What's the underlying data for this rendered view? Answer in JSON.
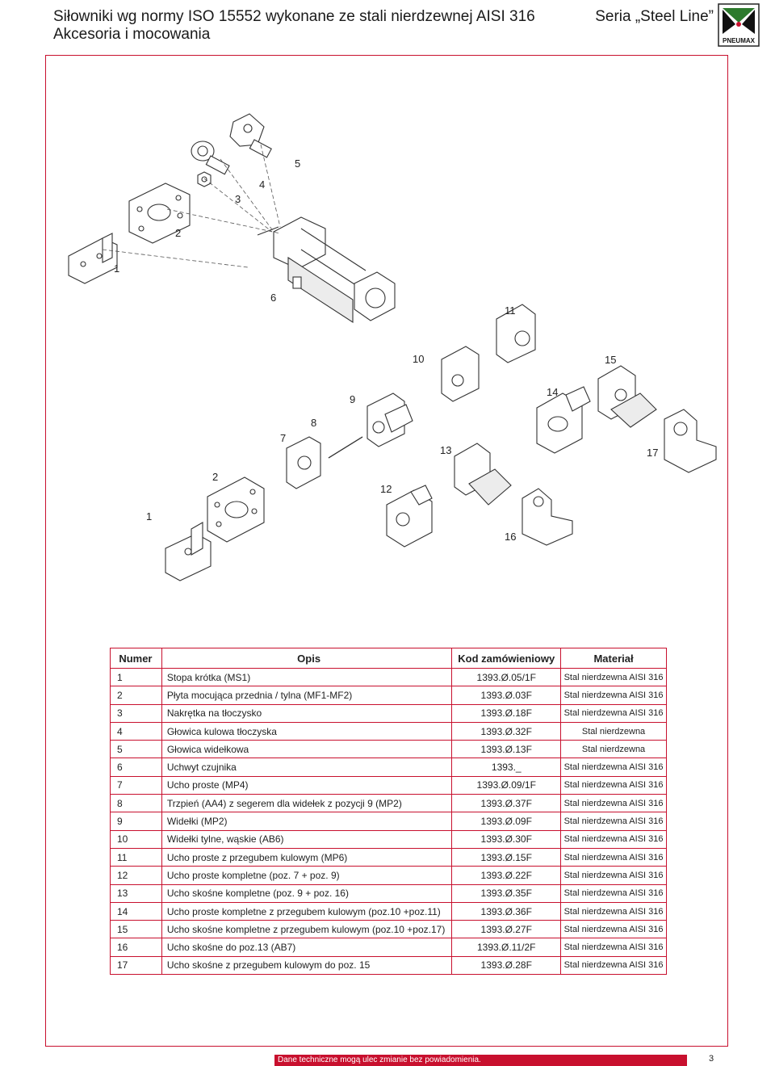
{
  "header": {
    "title_line1": "Siłowniki wg normy ISO 15552 wykonane ze stali nierdzewnej AISI 316",
    "title_line2": "Akcesoria i mocowania",
    "series": "Seria „Steel Line”",
    "logo_text": "PNEUMAX"
  },
  "drawing_labels": [
    "1",
    "2",
    "3",
    "4",
    "5",
    "6",
    "7",
    "8",
    "9",
    "10",
    "11",
    "12",
    "13",
    "14",
    "15",
    "16",
    "17",
    "1",
    "2"
  ],
  "table": {
    "headers": [
      "Numer",
      "Opis",
      "Kod zamówieniowy",
      "Materiał"
    ],
    "rows": [
      {
        "num": "1",
        "desc": "Stopa krótka (MS1)",
        "code": "1393.Ø.05/1F",
        "mat": "Stal nierdzewna AISI 316"
      },
      {
        "num": "2",
        "desc": "Płyta mocująca przednia / tylna (MF1-MF2)",
        "code": "1393.Ø.03F",
        "mat": "Stal nierdzewna AISI 316"
      },
      {
        "num": "3",
        "desc": "Nakrętka na tłoczysko",
        "code": "1393.Ø.18F",
        "mat": "Stal nierdzewna AISI 316"
      },
      {
        "num": "4",
        "desc": "Głowica kulowa tłoczyska",
        "code": "1393.Ø.32F",
        "mat": "Stal nierdzewna"
      },
      {
        "num": "5",
        "desc": "Głowica widełkowa",
        "code": "1393.Ø.13F",
        "mat": "Stal nierdzewna"
      },
      {
        "num": "6",
        "desc": "Uchwyt czujnika",
        "code": "1393._",
        "mat": "Stal nierdzewna AISI 316"
      },
      {
        "num": "7",
        "desc": "Ucho proste (MP4)",
        "code": "1393.Ø.09/1F",
        "mat": "Stal nierdzewna AISI 316"
      },
      {
        "num": "8",
        "desc": "Trzpień (AA4) z segerem dla widełek z pozycji 9 (MP2)",
        "code": "1393.Ø.37F",
        "mat": "Stal nierdzewna AISI 316"
      },
      {
        "num": "9",
        "desc": "Widełki (MP2)",
        "code": "1393.Ø.09F",
        "mat": "Stal nierdzewna AISI 316"
      },
      {
        "num": "10",
        "desc": "Widełki tylne, wąskie (AB6)",
        "code": "1393.Ø.30F",
        "mat": "Stal nierdzewna AISI 316"
      },
      {
        "num": "11",
        "desc": "Ucho proste z przegubem kulowym (MP6)",
        "code": "1393.Ø.15F",
        "mat": "Stal nierdzewna AISI 316"
      },
      {
        "num": "12",
        "desc": "Ucho proste kompletne (poz. 7 + poz. 9)",
        "code": "1393.Ø.22F",
        "mat": "Stal nierdzewna AISI 316"
      },
      {
        "num": "13",
        "desc": "Ucho skośne kompletne (poz. 9 + poz. 16)",
        "code": "1393.Ø.35F",
        "mat": "Stal nierdzewna AISI 316"
      },
      {
        "num": "14",
        "desc": "Ucho proste kompletne z przegubem kulowym (poz.10 +poz.11)",
        "code": "1393.Ø.36F",
        "mat": "Stal nierdzewna AISI 316"
      },
      {
        "num": "15",
        "desc": "Ucho skośne kompletne z przegubem kulowym (poz.10 +poz.17)",
        "code": "1393.Ø.27F",
        "mat": "Stal nierdzewna AISI 316"
      },
      {
        "num": "16",
        "desc": "Ucho skośne do poz.13 (AB7)",
        "code": "1393.Ø.11/2F",
        "mat": "Stal nierdzewna AISI 316"
      },
      {
        "num": "17",
        "desc": "Ucho skośne z przegubem kulowym do poz. 15",
        "code": "1393.Ø.28F",
        "mat": "Stal nierdzewna AISI 316"
      }
    ]
  },
  "footer": {
    "note": "Dane techniczne mogą ulec zmianie bez powiadomienia.",
    "page": "3"
  },
  "colors": {
    "accent": "#c8102e"
  }
}
